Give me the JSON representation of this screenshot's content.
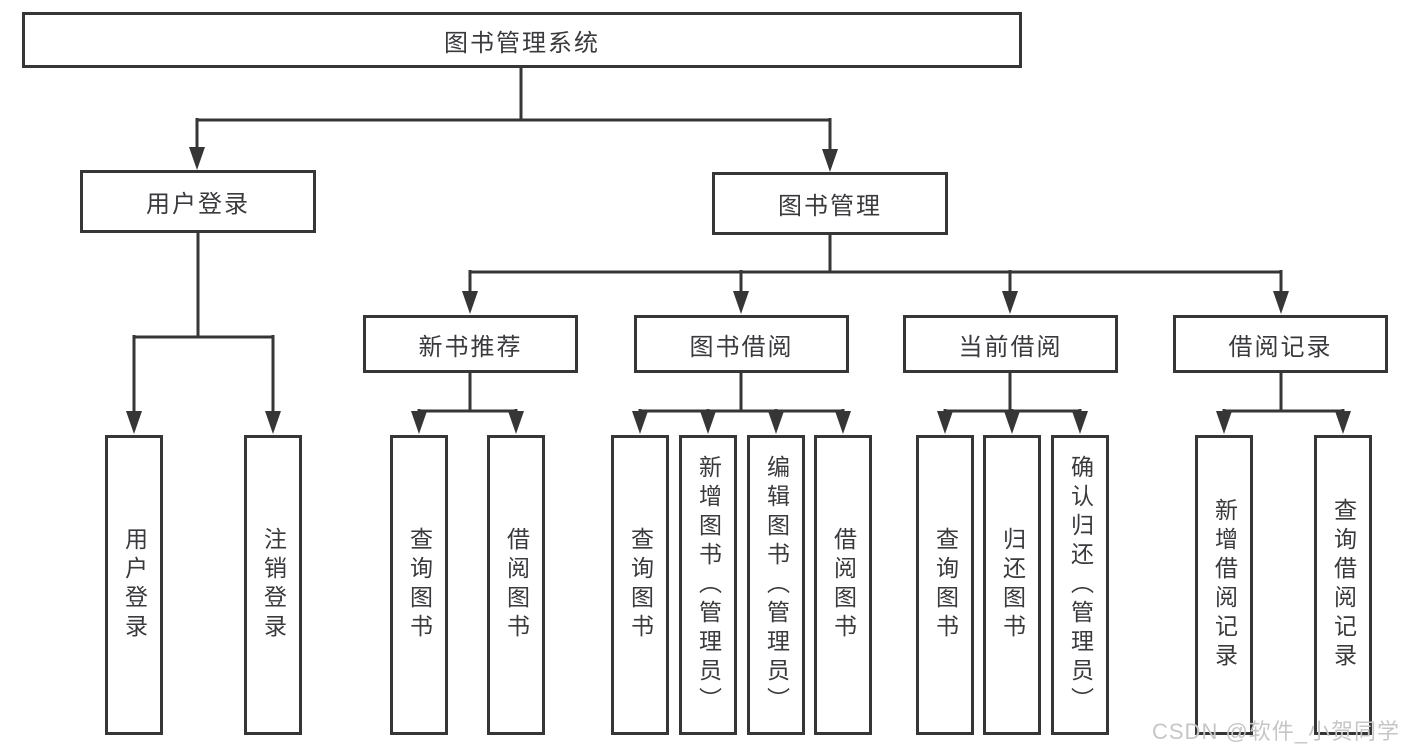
{
  "tree": {
    "root": {
      "label": "图书管理系统"
    },
    "branches": [
      {
        "label": "用户登录",
        "children": [
          {
            "label": "用户登录"
          },
          {
            "label": "注销登录"
          }
        ]
      },
      {
        "label": "图书管理",
        "children": [
          {
            "label": "新书推荐",
            "children": [
              {
                "label": "查询图书"
              },
              {
                "label": "借阅图书"
              }
            ]
          },
          {
            "label": "图书借阅",
            "children": [
              {
                "label": "查询图书"
              },
              {
                "label": "新增图书（管理员）"
              },
              {
                "label": "编辑图书（管理员）"
              },
              {
                "label": "借阅图书"
              }
            ]
          },
          {
            "label": "当前借阅",
            "children": [
              {
                "label": "查询图书"
              },
              {
                "label": "归还图书"
              },
              {
                "label": "确认归还（管理员）"
              }
            ]
          },
          {
            "label": "借阅记录",
            "children": [
              {
                "label": "新增借阅记录"
              },
              {
                "label": "查询借阅记录"
              }
            ]
          }
        ]
      }
    ]
  },
  "watermark": {
    "text": "CSDN @软件_小贺同学"
  },
  "colors": {
    "line": "#363636",
    "text": "#3a3a3e",
    "background": "#ffffff",
    "watermark": "#c6c6c6"
  }
}
